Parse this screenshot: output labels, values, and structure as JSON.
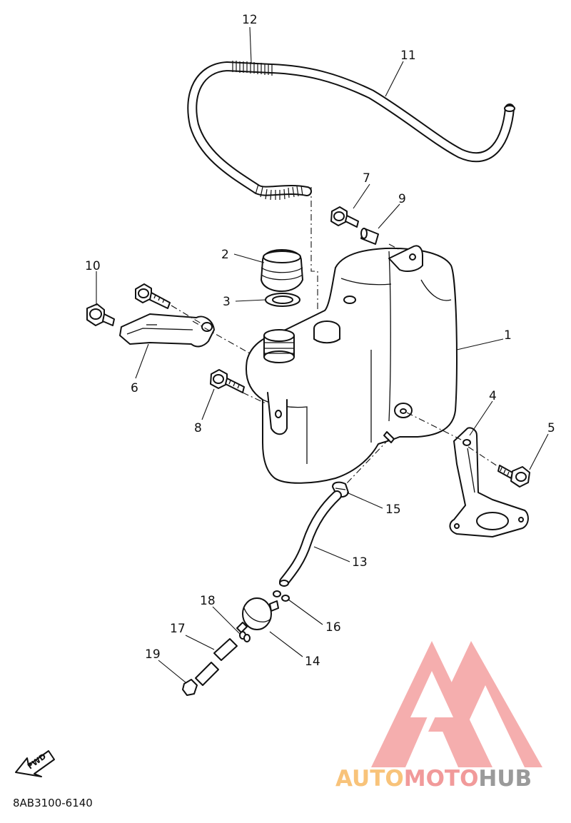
{
  "diagram_code": "8AB3100-6140",
  "fwd_label": "FWD",
  "watermark": {
    "part1": "AUTO",
    "part2": "MOTO",
    "part3": "HUB",
    "colors": {
      "part1": "#f8c37a",
      "part2": "#f19a9a",
      "part3": "#9a9a9a",
      "logo": "#f4a0a0"
    }
  },
  "callouts": {
    "c1": "1",
    "c2": "2",
    "c3": "3",
    "c4": "4",
    "c5": "5",
    "c6": "6",
    "c7": "7",
    "c8": "8",
    "c9": "9",
    "c10": "10",
    "c11": "11",
    "c12": "12",
    "c13": "13",
    "c14": "14",
    "c15": "15",
    "c16": "16",
    "c17": "17",
    "c18": "18",
    "c19": "19"
  }
}
